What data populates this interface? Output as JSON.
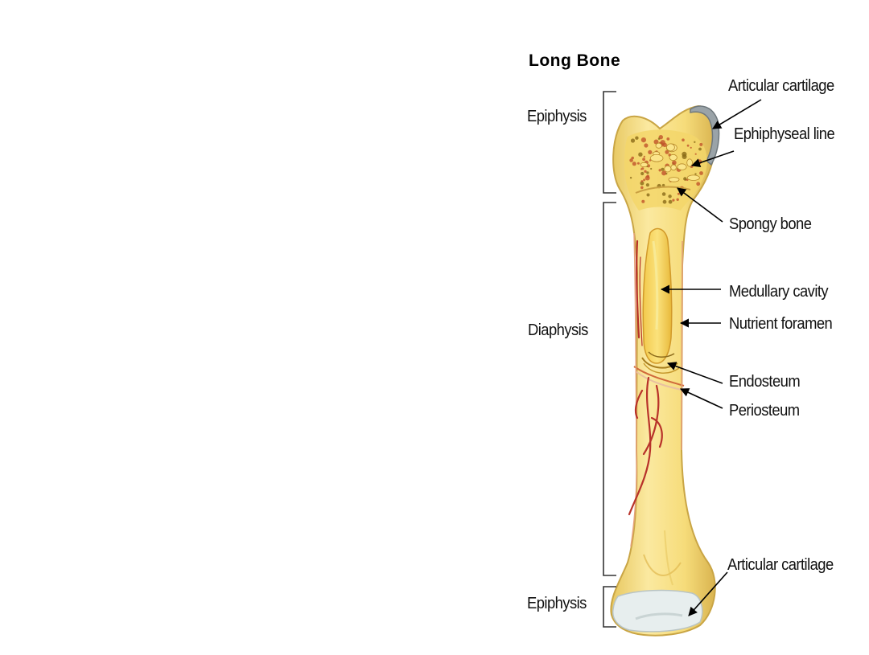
{
  "diagram": {
    "title": "Long Bone",
    "regions": {
      "top": "Epiphysis",
      "middle": "Diaphysis",
      "bottom": "Epiphysis"
    },
    "labels": {
      "articular_cartilage_top": "Articular cartilage",
      "epiphyseal_line": "Ephiphyseal line",
      "spongy_bone": "Spongy bone",
      "medullary_cavity": "Medullary cavity",
      "nutrient_foramen": "Nutrient foramen",
      "endosteum": "Endosteum",
      "periosteum": "Periosteum",
      "articular_cartilage_bottom": "Articular cartilage"
    },
    "colors": {
      "bone": "#f5df7c",
      "bone_light": "#fdf3b6",
      "bone_shade": "#d9b650",
      "vessel": "#c0392b",
      "cartilage": "#dfe8e8",
      "spongy_dot": "#c0542a"
    }
  }
}
